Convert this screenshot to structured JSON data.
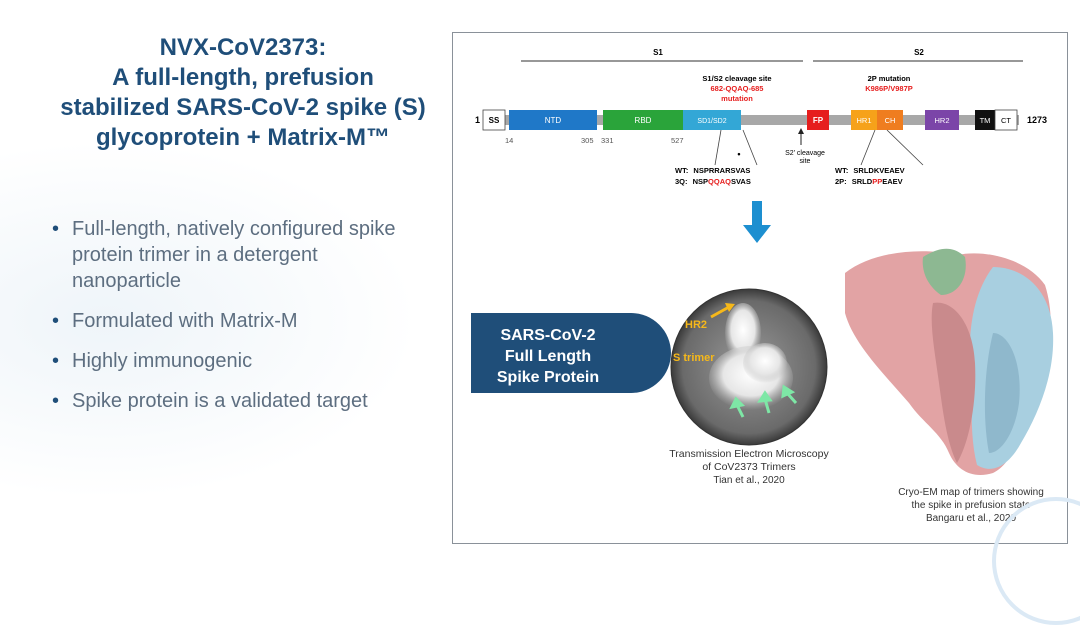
{
  "title": {
    "lines": [
      "NVX-CoV2373:",
      "A full-length, prefusion",
      "stabilized SARS-CoV-2 spike (S)",
      "glycoprotein + Matrix-M™"
    ]
  },
  "bullets": [
    "Full-length, natively configured spike protein trimer in a detergent nanoparticle",
    "Formulated with Matrix-M",
    "Highly immunogenic",
    "Spike protein is a validated target"
  ],
  "figure": {
    "s1_label": "S1",
    "s2_label": "S2",
    "cleavage_title": "S1/S2 cleavage site",
    "cleavage_seq": "682-QQAQ-685",
    "cleavage_note": "mutation",
    "mutation_title": "2P mutation",
    "mutation_seq": "K986P/V987P",
    "start_pos": "1",
    "end_pos": "1273",
    "domains": [
      {
        "label": "SS",
        "color": "#ffffff",
        "text_color": "#000000"
      },
      {
        "label": "NTD",
        "color": "#1f78c8",
        "text_color": "#ffffff"
      },
      {
        "label": "RBD",
        "color": "#2aa43a",
        "text_color": "#ffffff"
      },
      {
        "label": "SD1/SD2",
        "color": "#33a7d6",
        "text_color": "#ffffff"
      },
      {
        "label": "FP",
        "color": "#e61e1e",
        "text_color": "#ffffff"
      },
      {
        "label": "HR1",
        "color": "#f6a21a",
        "text_color": "#ffffff"
      },
      {
        "label": "CH",
        "color": "#ef7d1f",
        "text_color": "#ffffff"
      },
      {
        "label": "HR2",
        "color": "#7b45a8",
        "text_color": "#ffffff"
      },
      {
        "label": "TM",
        "color": "#111111",
        "text_color": "#ffffff"
      },
      {
        "label": "CT",
        "color": "#ffffff",
        "text_color": "#000000"
      }
    ],
    "positions": [
      "14",
      "305",
      "331",
      "527"
    ],
    "s2_prime_line1": "S2' cleavage",
    "s2_prime_line2": "site",
    "wt_label": "WT:",
    "wt_seq": "NSPRRARSVAS",
    "q3_label": "3Q:",
    "q3_seq_a": "NSP",
    "q3_seq_b": "QQAQ",
    "q3_seq_c": "SVAS",
    "wt2_label": "WT:",
    "wt2_seq": "SRLDKVEAEV",
    "p2_label": "2P:",
    "p2_seq_a": "SRLD",
    "p2_seq_b": "PP",
    "p2_seq_c": "EAEV",
    "badge_lines": [
      "SARS-CoV-2",
      "Full Length",
      "Spike Protein"
    ],
    "tem_hr2": "HR2",
    "tem_trimer": "S trimer",
    "tem_caption": [
      "Transmission Electron Microscopy",
      "of CoV2373 Trimers",
      "Tian et al., 2020"
    ],
    "cryo_caption": [
      "Cryo-EM map of trimers showing",
      "the spike in prefusion state",
      "Bangaru et al., 2020"
    ]
  },
  "colors": {
    "title": "#1f4e79",
    "bullet_text": "#5d6e80",
    "badge": "#1f4e79",
    "mutation_red": "#e61e1e",
    "arrow_blue": "#1d8fd0"
  }
}
